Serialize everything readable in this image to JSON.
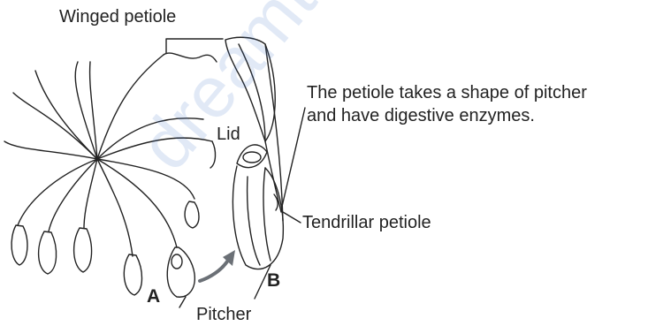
{
  "labels": {
    "winged_petiole": "Winged petiole",
    "description_line1": "The petiole takes a shape of pitcher",
    "description_line2": "and have digestive enzymes.",
    "lid": "Lid",
    "tendrillar_petiole": "Tendrillar petiole",
    "pitcher": "Pitcher",
    "a": "A",
    "b": "B"
  },
  "watermark": "dreamtopper.in",
  "colors": {
    "ink": "#222222",
    "arrow": "#6b7076",
    "watermark": "#4678c8"
  }
}
